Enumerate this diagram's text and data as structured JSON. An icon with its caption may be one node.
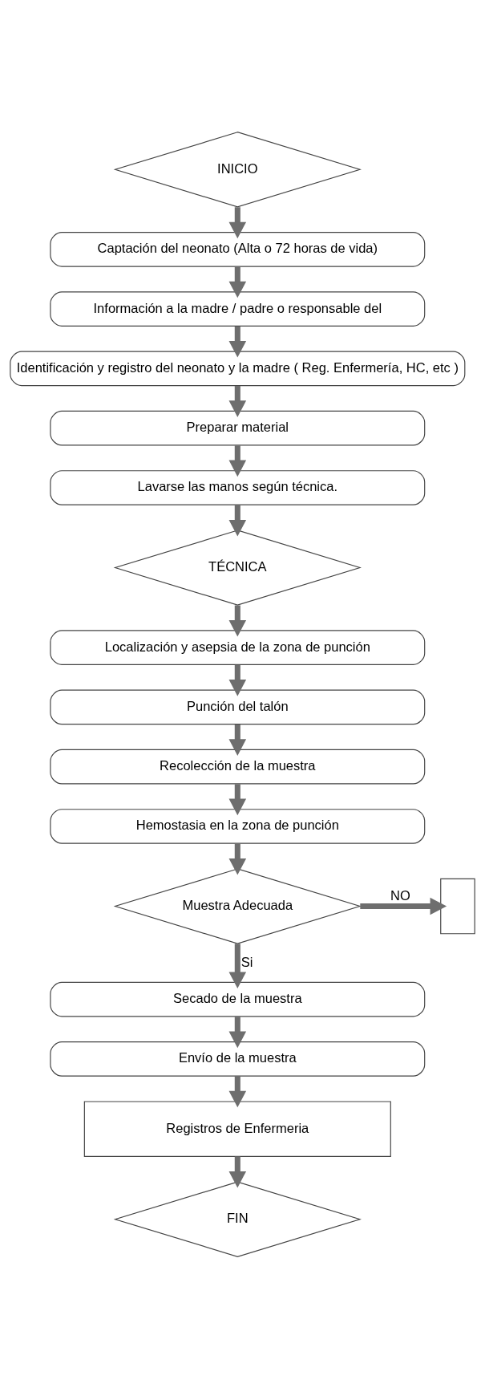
{
  "diagram": {
    "nodes": [
      {
        "text": [
          "INICIO"
        ]
      },
      {
        "text": [
          "Captación del neonato (Alta o 72 horas de vida)"
        ]
      },
      {
        "text": [
          "Información a la madre / padre o responsable del"
        ]
      },
      {
        "text": [
          "Identificación y registro del neonato y la madre ( Reg. Enfermería, HC, etc )"
        ]
      },
      {
        "text": [
          "Preparar material"
        ]
      },
      {
        "text": [
          "Lavarse las manos según técnica."
        ]
      },
      {
        "text": [
          "TÉCNICA"
        ]
      },
      {
        "text": [
          "Localización y asepsia de la zona de punción"
        ]
      },
      {
        "text": [
          "Punción del talón"
        ]
      },
      {
        "text": [
          "Recolección de la muestra"
        ]
      },
      {
        "text": [
          "Hemostasia en la zona de punción"
        ]
      },
      {
        "text": [
          "Muestra Adecuada"
        ]
      },
      {
        "text": [],
        "shape": "box"
      },
      {
        "text": [
          "Secado de la muestra"
        ]
      },
      {
        "text": [
          "Envío de la muestra"
        ]
      },
      {
        "text": [
          "Registros de Enfermeria"
        ]
      },
      {
        "text": [
          "FIN"
        ]
      }
    ],
    "edges": [
      {
        "from": 0,
        "to": 1,
        "arrow": "to"
      },
      {
        "from": 1,
        "to": 2,
        "arrow": "to"
      },
      {
        "from": 2,
        "to": 3,
        "arrow": "to"
      },
      {
        "from": 3,
        "to": 4,
        "arrow": "to"
      },
      {
        "from": 4,
        "to": 5,
        "arrow": "to"
      },
      {
        "from": 5,
        "to": 6,
        "arrow": "to"
      },
      {
        "from": 6,
        "to": 7,
        "arrow": "to"
      },
      {
        "from": 7,
        "to": 8,
        "arrow": "to"
      },
      {
        "from": 8,
        "to": 9,
        "arrow": "to"
      },
      {
        "from": 9,
        "to": 10,
        "arrow": "to"
      },
      {
        "from": 10,
        "to": 11,
        "arrow": "to"
      },
      {
        "from": 11,
        "to": 12,
        "arrow": "to",
        "label": "NO"
      },
      {
        "from": 11,
        "to": 13,
        "arrow": "to",
        "label": "Si"
      },
      {
        "from": 13,
        "to": 14,
        "arrow": "to"
      },
      {
        "from": 14,
        "to": 15,
        "arrow": "to"
      },
      {
        "from": 15,
        "to": 16,
        "arrow": "to"
      }
    ]
  }
}
